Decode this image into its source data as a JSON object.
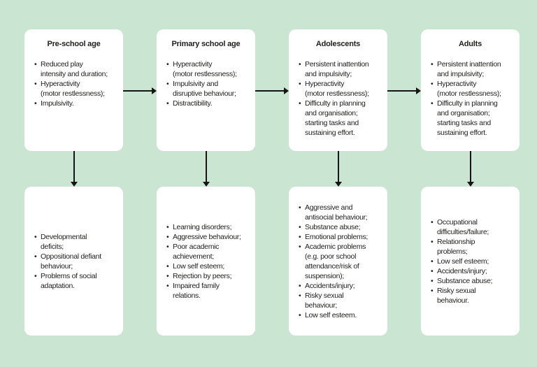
{
  "colors": {
    "background": "#cbe5d3",
    "box": "#ffffff",
    "text": "#1e1e1c",
    "arrow": "#161616"
  },
  "columns": [
    {
      "title": "Pre-school age",
      "symptoms": [
        "Reduced play\nintensity and duration;",
        "Hyperactivity\n(motor restlessness);",
        "Impulsivity."
      ],
      "outcomes": [
        "Developmental\ndeficits;",
        "Oppositional defiant\nbehaviour;",
        "Problems of social\nadaptation."
      ]
    },
    {
      "title": "Primary school age",
      "symptoms": [
        "Hyperactivity\n(motor restlessness);",
        "Impulsivity and\ndisruptive behaviour;",
        "Distractibility."
      ],
      "outcomes": [
        "Learning disorders;",
        "Aggressive behaviour;",
        "Poor academic\nachievement;",
        "Low self esteem;",
        "Rejection by peers;",
        "Impaired family\nrelations."
      ]
    },
    {
      "title": "Adolescents",
      "symptoms": [
        "Persistent inattention\nand impulsivity;",
        "Hyperactivity\n(motor restlessness);",
        "Difficulty in planning\nand organisation;\nstarting tasks and\nsustaining effort."
      ],
      "outcomes": [
        "Aggressive and\nantisocial behaviour;",
        "Substance abuse;",
        "Emotional problems;",
        "Academic problems\n(e.g. poor school\nattendance/risk of\nsuspension);",
        "Accidents/injury;",
        "Risky sexual\nbehaviour;",
        "Low self esteem."
      ]
    },
    {
      "title": "Adults",
      "symptoms": [
        "Persistent inattention\nand impulsivity;",
        "Hyperactivity\n(motor restlessness);",
        "Difficulty in planning\nand organisation;\nstarting tasks and\nsustaining effort."
      ],
      "outcomes": [
        "Occupational\ndifficulties/failure;",
        "Relationship\nproblems;",
        "Low self esteem;",
        "Accidents/injury;",
        "Substance abuse;",
        "Risky sexual\nbehaviour."
      ]
    }
  ]
}
